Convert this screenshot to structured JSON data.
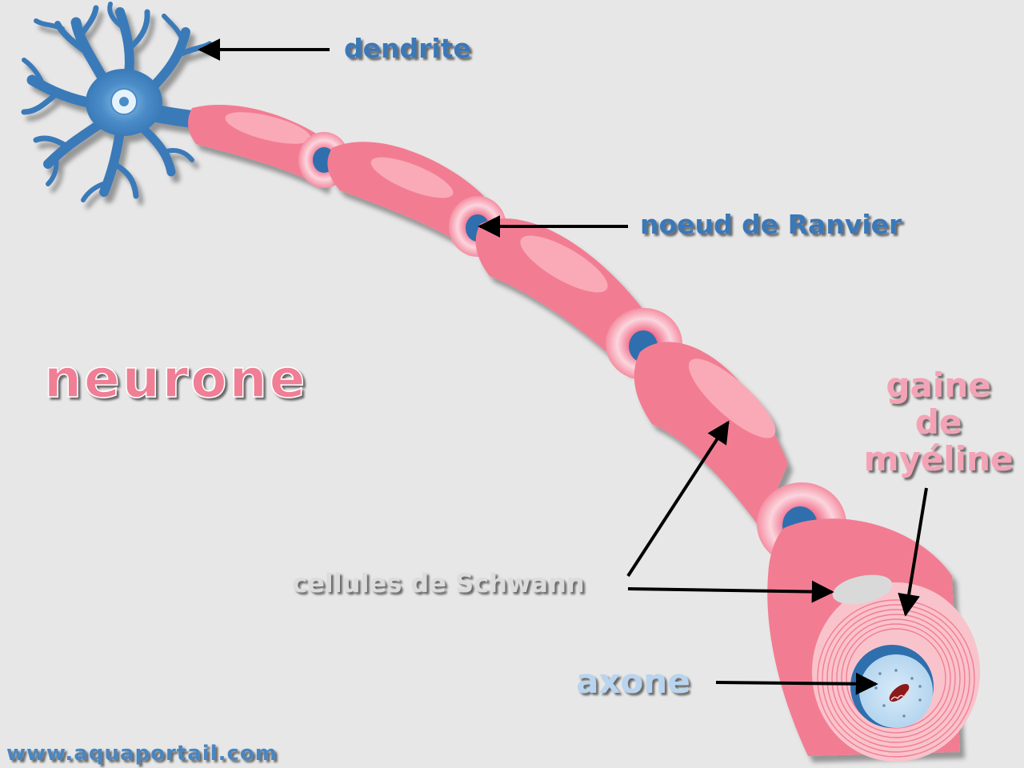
{
  "title": "neurone",
  "labels": {
    "dendrite": "dendrite",
    "ranvier": "noeud de Ranvier",
    "myelin_line1": "gaine",
    "myelin_line2": "de",
    "myelin_line3": "myéline",
    "schwann": "cellules de Schwann",
    "axon": "axone"
  },
  "watermark": "www.aquaportail.com",
  "colors": {
    "background": "#e7e7e7",
    "cell_blue": "#3a7ab8",
    "myelin_pink": "#f27d92",
    "myelin_light": "#f9aab6",
    "title_pink": "#f07e95",
    "label_blue": "#3a78b8",
    "label_gray": "#dcdcdc"
  }
}
